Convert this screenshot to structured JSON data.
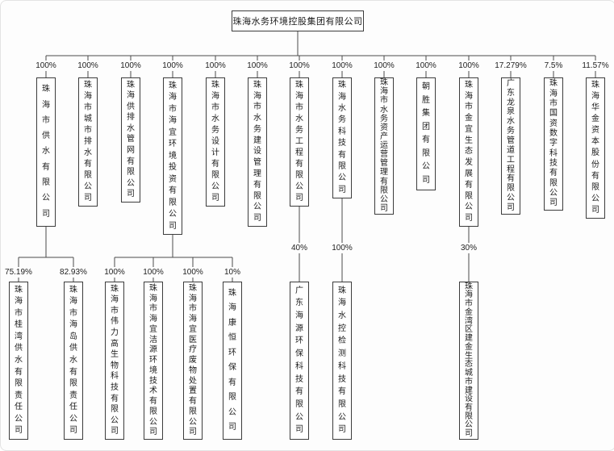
{
  "org": {
    "root": "珠海水务环境控股集团有限公司",
    "subsidiaries": [
      {
        "pct": "100%",
        "name": "珠海市供水有限公司",
        "children": [
          {
            "pct": "75.19%",
            "name": "珠海市桂湾供水有限责任公司"
          },
          {
            "pct": "82.93%",
            "name": "珠海市海岛供水有限责任公司"
          }
        ]
      },
      {
        "pct": "100%",
        "name": "珠海市城市排水有限公司"
      },
      {
        "pct": "100%",
        "name": "珠海供排水管网有限公司"
      },
      {
        "pct": "100%",
        "name": "珠海市海宜环境投资有限公司",
        "children": [
          {
            "pct": "100%",
            "name": "珠海市伟力高生物科技有限公司"
          },
          {
            "pct": "100%",
            "name": "珠海市海宜洁源环境技术有限公司"
          },
          {
            "pct": "100%",
            "name": "珠海市海宜医疗废物处置有限公司"
          },
          {
            "pct": "10%",
            "name": "珠海康恒环保有限公司"
          }
        ]
      },
      {
        "pct": "100%",
        "name": "珠海市水务设计有限公司"
      },
      {
        "pct": "100%",
        "name": "珠海市水务建设管理有限公司"
      },
      {
        "pct": "100%",
        "name": "珠海市水务工程有限公司",
        "children": [
          {
            "pct": "40%",
            "name": "广东海源环保科技有限公司"
          }
        ]
      },
      {
        "pct": "100%",
        "name": "珠海水务科技有限公司",
        "children": [
          {
            "pct": "100%",
            "name": "珠海水控检测科技有限公司"
          }
        ]
      },
      {
        "pct": "100%",
        "name": "珠海市水务资产运营管理有限公司"
      },
      {
        "pct": "100%",
        "name": "朝胜集团有限公司"
      },
      {
        "pct": "100%",
        "name": "珠海市金宜生态发展有限公司",
        "children": [
          {
            "pct": "30%",
            "name": "珠海市金湾区建金生态城市建设有限公司"
          }
        ]
      },
      {
        "pct": "17.279%",
        "name": "广东龙泉水务管道工程有限公司"
      },
      {
        "pct": "7.5%",
        "name": "珠海市国资数字科技有限公司"
      },
      {
        "pct": "11.57%",
        "name": "珠海华金资本股份有限公司"
      }
    ]
  }
}
